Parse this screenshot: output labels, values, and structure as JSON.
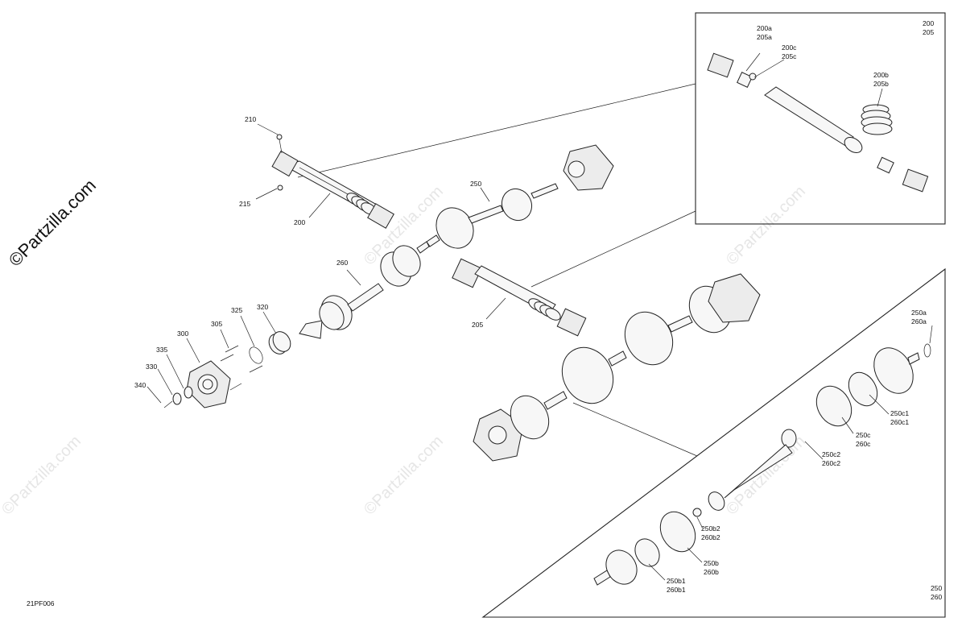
{
  "watermark": {
    "main": "©Partzilla.com",
    "faint": "©Partzilla.com"
  },
  "diagram_code": "21PF006",
  "labels": {
    "l210": "210",
    "l215": "215",
    "l200": "200",
    "l260": "260",
    "l250": "250",
    "l205": "205",
    "l325": "325",
    "l320": "320",
    "l305": "305",
    "l300": "300",
    "l335": "335",
    "l330": "330",
    "l340": "340"
  },
  "inset1": {
    "corner_a": "200",
    "corner_b": "205",
    "l200a": "200a",
    "l205a": "205a",
    "l200c": "200c",
    "l205c": "205c",
    "l200b": "200b",
    "l205b": "205b"
  },
  "inset2": {
    "corner_a": "250",
    "corner_b": "260",
    "l250a": "250a",
    "l260a": "260a",
    "l250c1": "250c1",
    "l260c1": "260c1",
    "l250c": "250c",
    "l260c": "260c",
    "l250c2": "250c2",
    "l260c2": "260c2",
    "l250b2": "250b2",
    "l260b2": "260b2",
    "l250b": "250b",
    "l260b": "260b",
    "l250b1": "250b1",
    "l260b1": "260b1"
  }
}
